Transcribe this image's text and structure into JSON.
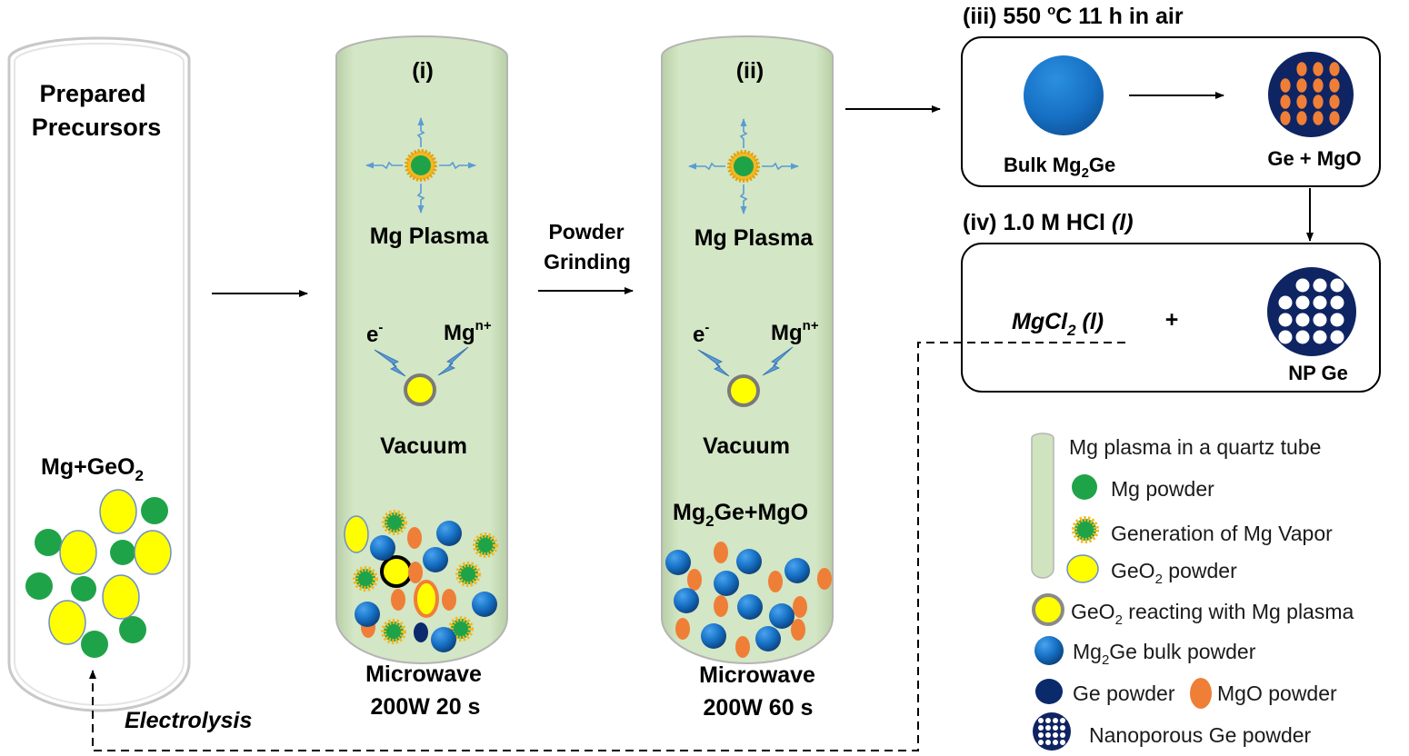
{
  "tube0": {
    "title_line1": "Prepared",
    "title_line2": "Precursors",
    "mix": "Mg+GeO",
    "mix_sub": "2"
  },
  "tube1": {
    "step": "(i)",
    "plasma": "Mg Plasma",
    "electron": "e",
    "electron_sup": "-",
    "ion": "Mg",
    "ion_sup": "n+",
    "vacuum": "Vacuum",
    "cond_line1": "Microwave",
    "cond_line2": "200W 20 s"
  },
  "grinding": {
    "line1": "Powder",
    "line2": "Grinding"
  },
  "tube2": {
    "step": "(ii)",
    "plasma": "Mg Plasma",
    "electron": "e",
    "electron_sup": "-",
    "ion": "Mg",
    "ion_sup": "n+",
    "vacuum": "Vacuum",
    "product_a": "Mg",
    "product_sub": "2",
    "product_b": "Ge+MgO",
    "cond_line1": "Microwave",
    "cond_line2": "200W 60 s"
  },
  "step3": {
    "title_a": "(iii) 550 ",
    "title_sup": "o",
    "title_b": "C 11 h in air",
    "bulk_a": "Bulk Mg",
    "bulk_sub": "2",
    "bulk_b": "Ge",
    "result": "Ge + MgO"
  },
  "step4": {
    "title_a": "(iv) 1.0 M HCl ",
    "title_b": "(l)",
    "mgcl_a": "MgCl",
    "mgcl_sub": "2",
    "mgcl_b": " (l)",
    "plus": "+",
    "np": "NP Ge"
  },
  "electrolysis": "Electrolysis",
  "legend": {
    "tube": "Mg plasma in a quartz tube",
    "mg": "Mg powder",
    "vapor": "Generation of Mg Vapor",
    "geo2_a": "GeO",
    "geo2_sub": "2",
    "geo2_b": " powder",
    "react_a": "GeO",
    "react_sub": "2",
    "react_b": " reacting with Mg plasma",
    "bulk_a": "Mg",
    "bulk_sub": "2",
    "bulk_b": "Ge bulk powder",
    "ge": "Ge powder",
    "mgo": "MgO powder",
    "np": "Nanoporous  Ge powder"
  },
  "colors": {
    "tube_fill": "#cfe3bf",
    "mg_green": "#1fa348",
    "geo2_yellow": "#ffff00",
    "bulk_blue": "#1670c4",
    "mgo_orange": "#ef7f37",
    "ge_navy": "#0b2a6b",
    "np_navy": "#0f2462",
    "arrow_blue": "#5b9bd5",
    "corona": "#f2b823"
  }
}
